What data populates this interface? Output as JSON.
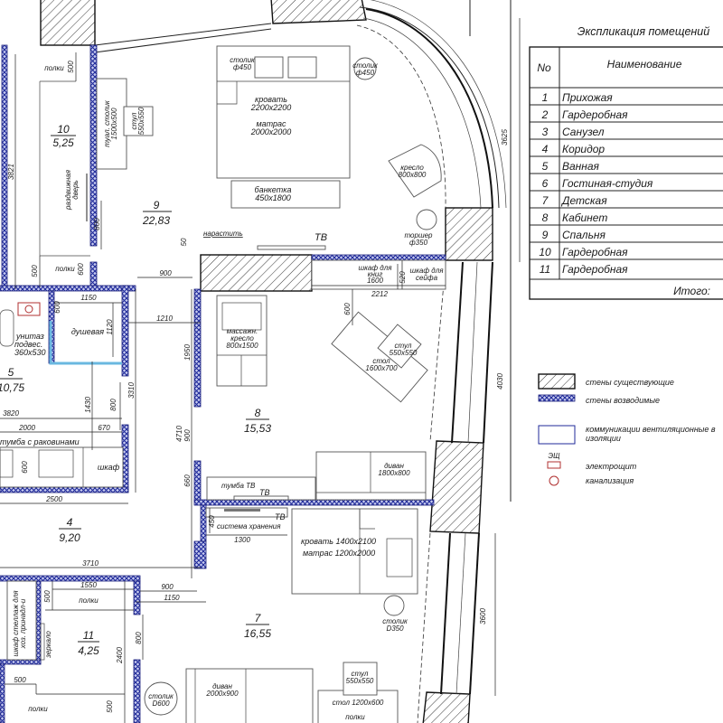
{
  "colors": {
    "blue_wall": "#1f2a9a",
    "red_symbol": "#b03030",
    "shower": "#6ab8e0",
    "line": "#222222"
  },
  "explication": {
    "title": "Экспликация помещений",
    "col_no": "No",
    "col_name": "Наименование",
    "rows": [
      {
        "no": "1",
        "name": "Прихожая"
      },
      {
        "no": "2",
        "name": "Гардеробная"
      },
      {
        "no": "3",
        "name": "Санузел"
      },
      {
        "no": "4",
        "name": "Коридор"
      },
      {
        "no": "5",
        "name": "Ванная"
      },
      {
        "no": "6",
        "name": "Гостиная-студия"
      },
      {
        "no": "7",
        "name": "Детская"
      },
      {
        "no": "8",
        "name": "Кабинет"
      },
      {
        "no": "9",
        "name": "Спальня"
      },
      {
        "no": "10",
        "name": "Гардеробная"
      },
      {
        "no": "11",
        "name": "Гардеробная"
      }
    ],
    "total": "Итого:"
  },
  "legend": {
    "existing_walls": "стены существующие",
    "new_walls": "стены возводимые",
    "ventilation_1": "коммуникации вентиляционные в",
    "ventilation_2": "изоляции",
    "panel_tag": "ЭЩ",
    "panel": "электрощит",
    "sewer": "канализация"
  },
  "rooms": {
    "r10": {
      "no": "10",
      "area": "5,25"
    },
    "r9": {
      "no": "9",
      "area": "22,83"
    },
    "r5": {
      "no": "5",
      "area": "10,75"
    },
    "r4": {
      "no": "4",
      "area": "9,20"
    },
    "r8": {
      "no": "8",
      "area": "15,53"
    },
    "r7": {
      "no": "7",
      "area": "16,55"
    },
    "r11": {
      "no": "11",
      "area": "4,25"
    }
  },
  "furniture": {
    "side_table_450": [
      "столик",
      "ф450"
    ],
    "bed_9": [
      "кровать",
      "2200х2200",
      "матрас",
      "2000х2000"
    ],
    "bench": [
      "банкетка",
      "450х1800"
    ],
    "armchair": [
      "кресло",
      "800х800"
    ],
    "floor_lamp": [
      "торшер",
      "ф350"
    ],
    "dresser": [
      "туал. столик",
      "1500х500"
    ],
    "chair_9": [
      "стул",
      "550х550"
    ],
    "shelves": "полки",
    "sliding_door": [
      "раздвижная",
      "дверь"
    ],
    "extend_note": "нарастить",
    "tv": "ТВ",
    "bookcase": [
      "шкаф для",
      "книг",
      "1600"
    ],
    "safe_cabinet": [
      "шкаф для",
      "сейфа"
    ],
    "massage_chair": [
      "массажн.",
      "кресло",
      "800х1500"
    ],
    "desk_8": [
      "стол",
      "1600х700"
    ],
    "chair_8": [
      "стул",
      "550х550"
    ],
    "sofa_8": [
      "диван",
      "1800х800"
    ],
    "tv_stand": "тумба  ТВ",
    "storage": "система хранения",
    "bed_7": "кровать  1400х2100",
    "mattress_7": "матрас  1200х2000",
    "side_table_350": [
      "столик",
      "D350"
    ],
    "chair_7": [
      "стул",
      "550х550"
    ],
    "desk_7": "стол  1200х600",
    "sofa_7": [
      "диван",
      "2000х900"
    ],
    "coffee_table": [
      "столик",
      "D600"
    ],
    "shower": "душевая",
    "toilet": [
      "унитаз",
      "подвес.",
      "360х530"
    ],
    "vanity": "тумба с раковинами",
    "wardrobe": "шкаф",
    "rack": [
      "шкаф стеллаж для",
      "хоз. принадл-и"
    ],
    "mirror": "зеркало"
  },
  "dimensions": {
    "d500a": "500",
    "d3821": "3821",
    "d800a": "800",
    "d500b": "500",
    "d600a": "600",
    "d50": "50",
    "d900a": "900",
    "d520": "520",
    "d2212": "2212",
    "d600b": "600",
    "d1210": "1210",
    "d1950": "1950",
    "d4710": "4710",
    "d900b": "900",
    "d660": "660",
    "d3310": "3310",
    "d450": "450",
    "d1300": "1300",
    "d1150a": "1150",
    "d600c": "600",
    "d1120": "1120",
    "d1430": "1430",
    "d800b": "800",
    "d3820": "3820",
    "d2000": "2000",
    "d670": "670",
    "d600d": "600",
    "d2500": "2500",
    "d3710": "3710",
    "d1550": "1550",
    "d500c": "500",
    "d900c": "900",
    "d1150b": "1150",
    "d2400": "2400",
    "d800c": "800",
    "d500d": "500",
    "d500e": "500",
    "d3625": "3625",
    "d4030": "4030",
    "d3600": "3600"
  }
}
